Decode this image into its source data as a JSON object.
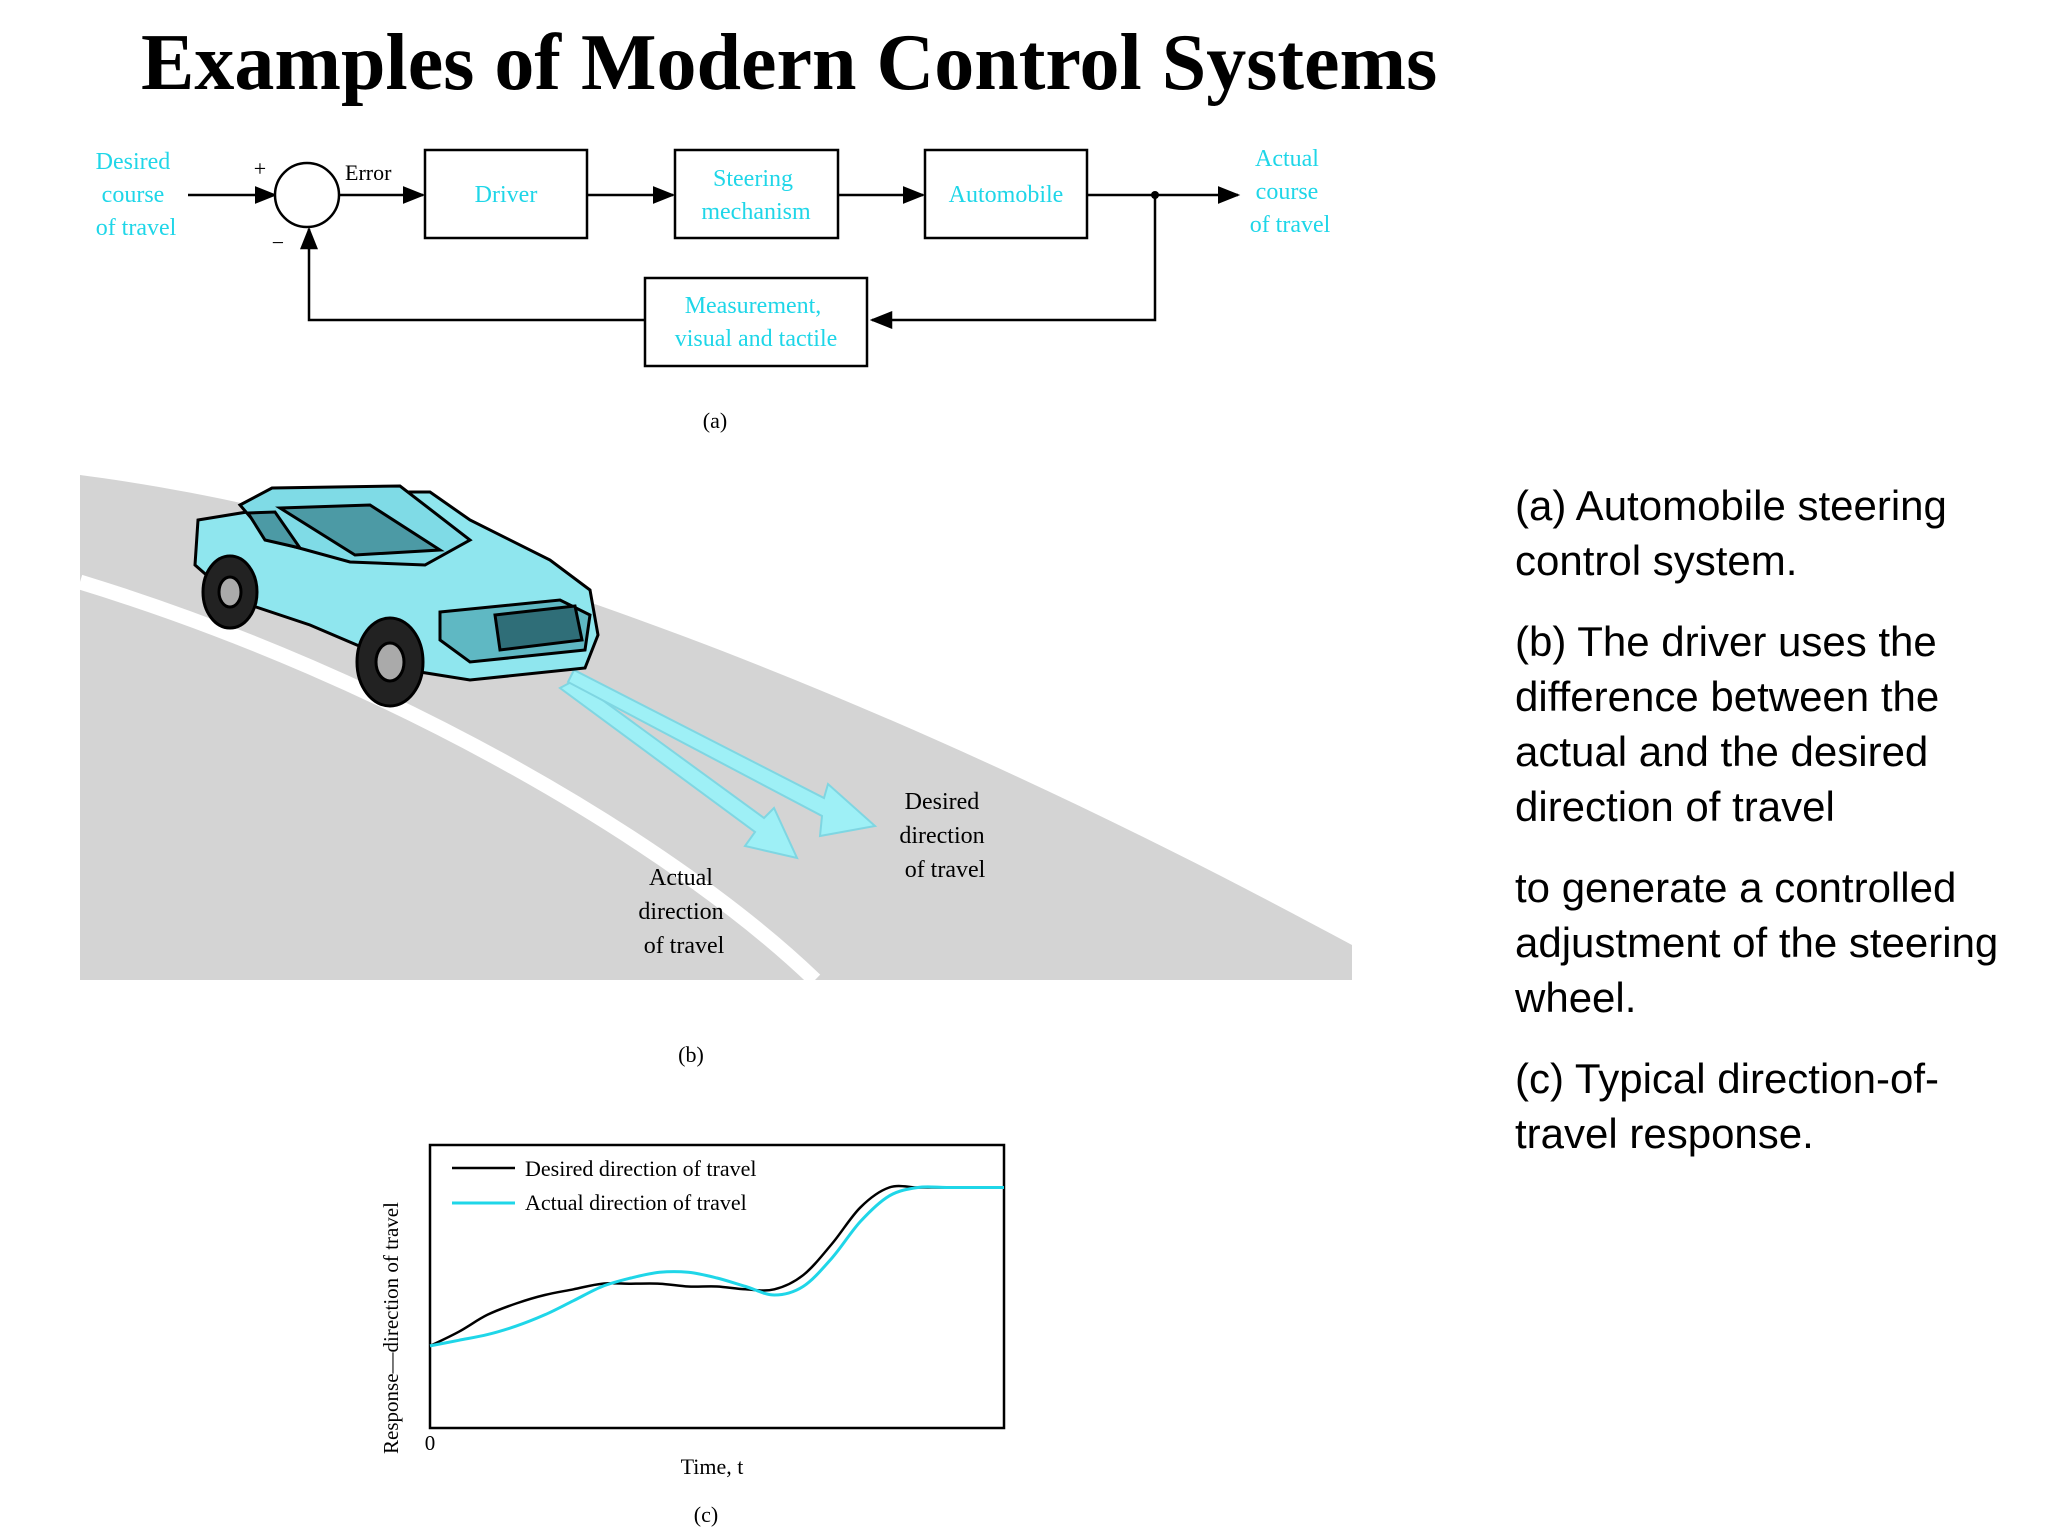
{
  "title": "Examples of Modern Control Systems",
  "diagram_a": {
    "input_label": [
      "Desired",
      "course",
      "of travel"
    ],
    "plus_sign": "+",
    "minus_sign": "−",
    "error_label": "Error",
    "driver_label": "Driver",
    "steering_label": [
      "Steering",
      "mechanism"
    ],
    "automobile_label": "Automobile",
    "output_label": [
      "Actual",
      "course",
      "of travel"
    ],
    "measurement_label": [
      "Measurement,",
      "visual and tactile"
    ],
    "panel_label": "(a)"
  },
  "figure_b": {
    "desired_label": [
      "Desired",
      "direction",
      "of travel"
    ],
    "actual_label": [
      "Actual",
      "direction",
      "of travel"
    ],
    "panel_label": "(b)"
  },
  "chart_data": {
    "type": "line",
    "ylabel": "Response—direction of travel",
    "xlabel": "Time, t",
    "x_origin_label": "0",
    "panel_label": "(c)",
    "x": [
      0,
      0.05,
      0.1,
      0.15,
      0.2,
      0.25,
      0.3,
      0.35,
      0.4,
      0.45,
      0.5,
      0.55,
      0.6,
      0.65,
      0.7,
      0.75,
      0.8,
      0.85,
      0.9,
      0.95,
      1.0
    ],
    "series": [
      {
        "name": "Desired direction of travel",
        "color": "#000000",
        "values": [
          0.29,
          0.34,
          0.4,
          0.44,
          0.47,
          0.49,
          0.51,
          0.51,
          0.51,
          0.5,
          0.5,
          0.49,
          0.49,
          0.54,
          0.65,
          0.78,
          0.85,
          0.85,
          0.85,
          0.85,
          0.85
        ]
      },
      {
        "name": "Actual direction of travel",
        "color": "#1fd6e8",
        "values": [
          0.29,
          0.31,
          0.33,
          0.36,
          0.4,
          0.45,
          0.5,
          0.53,
          0.55,
          0.55,
          0.53,
          0.5,
          0.47,
          0.5,
          0.6,
          0.73,
          0.82,
          0.85,
          0.85,
          0.85,
          0.85
        ]
      }
    ],
    "ylim": [
      0,
      1
    ],
    "xlim": [
      0,
      1
    ],
    "grid": false,
    "legend": "top-left"
  },
  "caption": [
    "(a) Automobile steering control system.",
    "(b) The driver uses the difference between the actual and the desired direction of travel",
    "to generate a controlled adjustment of the steering wheel.",
    "(c) Typical direction-of-travel response."
  ],
  "colors": {
    "accent": "#1fd6e8",
    "road": "#d4d4d4",
    "car": "#8fe6ee",
    "arrow": "#9ef0f6"
  }
}
